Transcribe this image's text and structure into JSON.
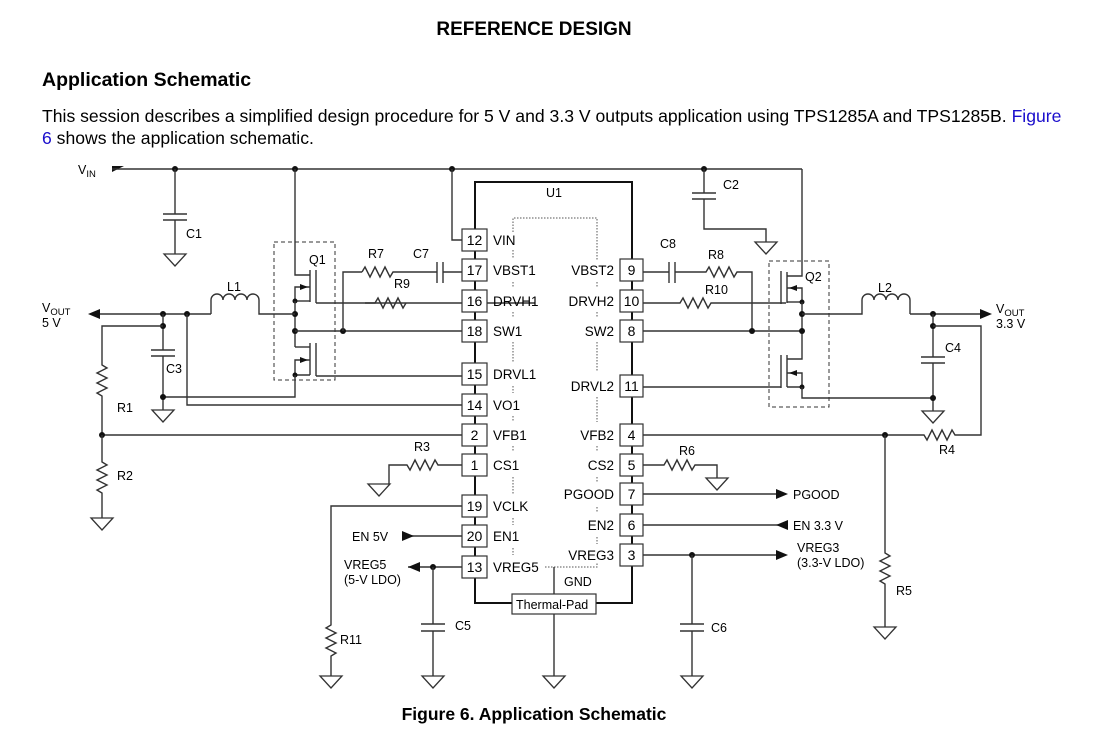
{
  "header": {
    "title": "REFERENCE DESIGN"
  },
  "section": {
    "title": "Application Schematic"
  },
  "paragraph": {
    "text_before": "This session describes a simplified design procedure for 5 V and 3.3 V outputs application using TPS1285A and TPS1285B. ",
    "link": "Figure 6",
    "text_after": " shows the application schematic."
  },
  "caption": "Figure 6.  Application Schematic",
  "schematic": {
    "ic": {
      "name": "U1",
      "gnd_label": "GND",
      "thermal_pad": "Thermal-Pad"
    },
    "left_pins": [
      {
        "num": "12",
        "name": "VIN"
      },
      {
        "num": "17",
        "name": "VBST1"
      },
      {
        "num": "16",
        "name": "DRVH1"
      },
      {
        "num": "18",
        "name": "SW1"
      },
      {
        "num": "15",
        "name": "DRVL1"
      },
      {
        "num": "14",
        "name": "VO1"
      },
      {
        "num": "2",
        "name": "VFB1"
      },
      {
        "num": "1",
        "name": "CS1"
      },
      {
        "num": "19",
        "name": "VCLK"
      },
      {
        "num": "20",
        "name": "EN1"
      },
      {
        "num": "13",
        "name": "VREG5"
      }
    ],
    "right_pins": [
      {
        "num": "9",
        "name": "VBST2"
      },
      {
        "num": "10",
        "name": "DRVH2"
      },
      {
        "num": "8",
        "name": "SW2"
      },
      {
        "num": "11",
        "name": "DRVL2"
      },
      {
        "num": "4",
        "name": "VFB2"
      },
      {
        "num": "5",
        "name": "CS2"
      },
      {
        "num": "7",
        "name": "PGOOD"
      },
      {
        "num": "6",
        "name": "EN2"
      },
      {
        "num": "3",
        "name": "VREG3"
      }
    ],
    "components": {
      "C1": "C1",
      "C2": "C2",
      "C3": "C3",
      "C4": "C4",
      "C5": "C5",
      "C6": "C6",
      "C7": "C7",
      "C8": "C8",
      "R1": "R1",
      "R2": "R2",
      "R3": "R3",
      "R4": "R4",
      "R5": "R5",
      "R6": "R6",
      "R7": "R7",
      "R8": "R8",
      "R9": "R9",
      "R10": "R10",
      "R11": "R11",
      "L1": "L1",
      "L2": "L2",
      "Q1": "Q1",
      "Q2": "Q2"
    },
    "nets": {
      "vin": {
        "main": "V",
        "sub": "IN"
      },
      "vout1": {
        "main": "V",
        "sub": "OUT",
        "value": "5 V"
      },
      "vout2": {
        "main": "V",
        "sub": "OUT",
        "value": "3.3 V"
      },
      "en5v": "EN 5V",
      "vreg5": {
        "line1": "VREG5",
        "line2": "(5-V LDO)"
      },
      "pgood": "PGOOD",
      "en33": "EN 3.3 V",
      "vreg3": {
        "line1": "VREG3",
        "line2": "(3.3-V LDO)"
      }
    }
  }
}
